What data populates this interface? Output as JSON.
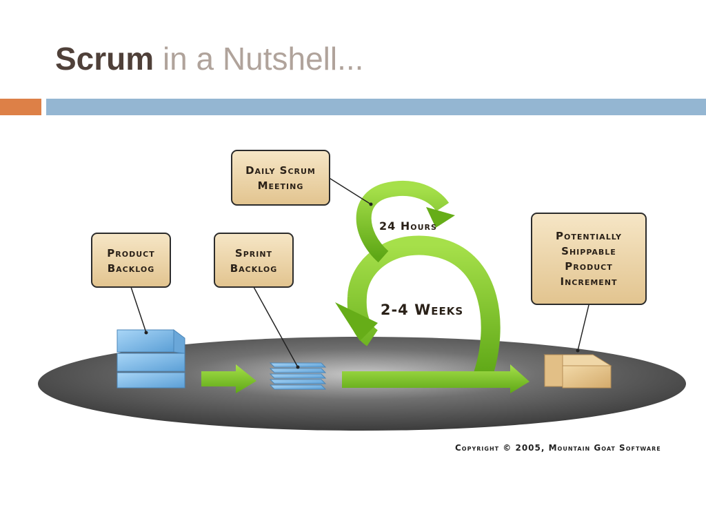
{
  "title": {
    "bold": "Scrum",
    "rest": "in a Nutshell..."
  },
  "boxes": {
    "daily_scrum": {
      "line1": "Daily Scrum",
      "line2": "Meeting"
    },
    "product_backlog": {
      "line1": "Product",
      "line2": "Backlog"
    },
    "sprint_backlog": {
      "line1": "Sprint",
      "line2": "Backlog"
    },
    "increment": {
      "line1": "Potentially",
      "line2": "Shippable",
      "line3": "Product",
      "line4": "Increment"
    }
  },
  "cycle_labels": {
    "daily": "24 Hours",
    "sprint": "2-4 Weeks"
  },
  "copyright": "Copyright © 2005, Mountain Goat Software",
  "colors": {
    "accent_orange": "#dd8047",
    "accent_blue": "#94b6d2",
    "arrow_green": "#7dc421",
    "box_fill": "#ebd3a8",
    "platform": "#4a4a4a",
    "backlog_blue": "#7fb8e6"
  }
}
